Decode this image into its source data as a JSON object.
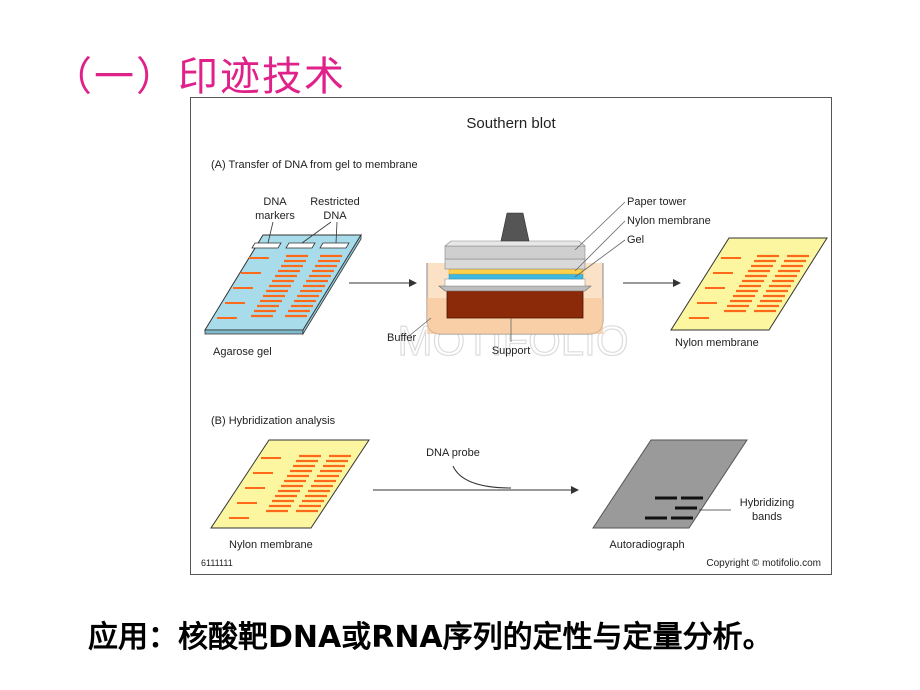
{
  "slide": {
    "title": "（一）印迹技术",
    "application": "应用：核酸靶DNA或RNA序列的定性与定量分析。"
  },
  "diagram": {
    "title": "Southern blot",
    "section_a": "(A) Transfer of DNA from gel to membrane",
    "section_b": "(B) Hybridization analysis",
    "labels": {
      "dna": "DNA",
      "markers": "markers",
      "restricted": "Restricted",
      "dna2": "DNA",
      "agarose_gel": "Agarose gel",
      "paper_tower": "Paper tower",
      "nylon_membrane_lbl": "Nylon membrane",
      "gel": "Gel",
      "buffer": "Buffer",
      "support": "Support",
      "nylon_membrane_a": "Nylon membrane",
      "nylon_membrane_b": "Nylon membrane",
      "dna_probe": "DNA probe",
      "autoradiograph": "Autoradiograph",
      "hybridizing": "Hybridizing",
      "bands": "bands",
      "figure_id": "6111111",
      "copyright": "Copyright © motifolio.com",
      "watermark": "MOTIFOLIO"
    },
    "colors": {
      "gel_fill": "#a8dcea",
      "membrane_fill": "#fdf6a0",
      "band": "#ff6a1a",
      "autorad_fill": "#9a9a9a",
      "dark_band": "#111111",
      "buffer": "#f6c89a",
      "support": "#8b2a08",
      "title_pink": "#e0218a"
    }
  }
}
